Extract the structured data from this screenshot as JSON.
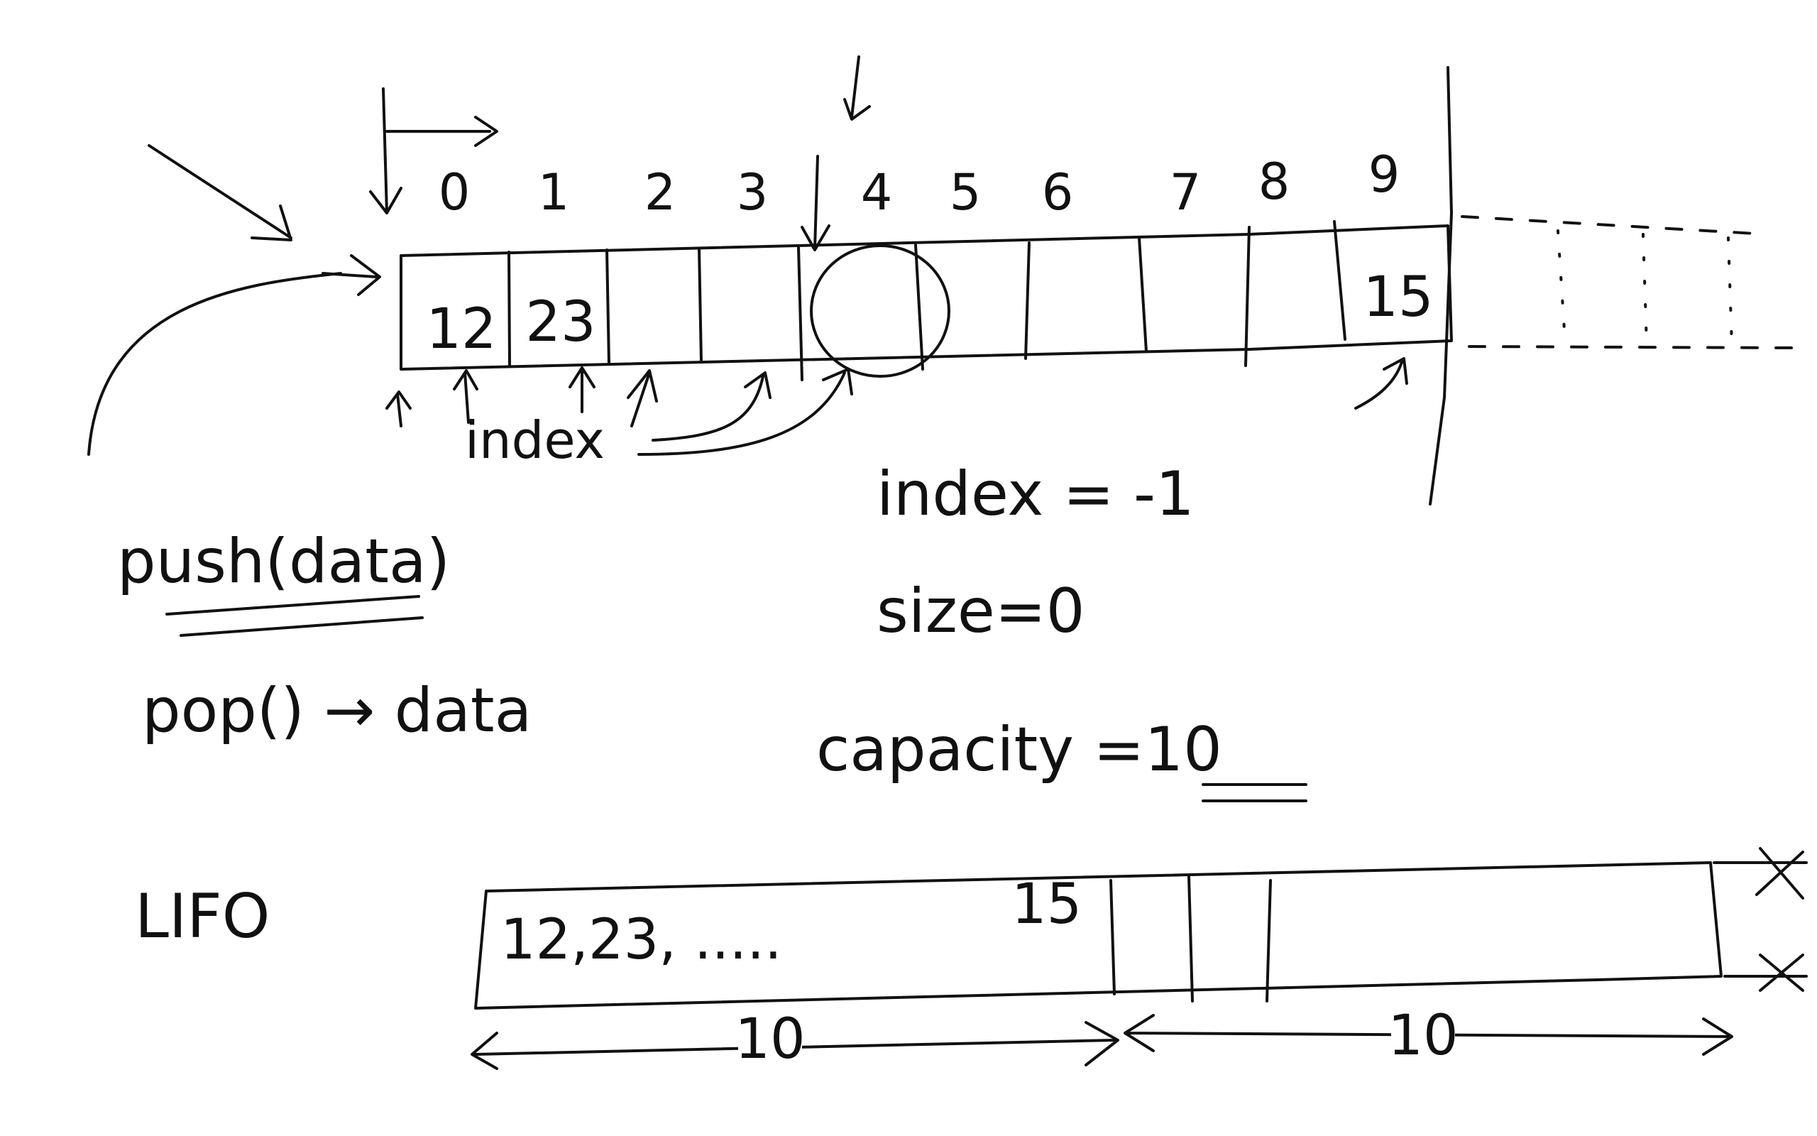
{
  "array": {
    "indices": [
      "0",
      "1",
      "2",
      "3",
      "4",
      "5",
      "6",
      "7",
      "8",
      "9"
    ],
    "values": [
      "12",
      "23",
      "",
      "",
      "",
      "",
      "",
      "",
      "",
      "15"
    ],
    "pointer_label": "index"
  },
  "methods": {
    "push": "push(data)",
    "pop": "pop() → data",
    "lifo": "LIFO"
  },
  "state": {
    "index": "index = -1",
    "size": "size=0",
    "capacity": "capacity =10"
  },
  "resized": {
    "contents_start": "12,23, .....",
    "last_value": "15",
    "first_span": "10",
    "second_span": "10"
  }
}
